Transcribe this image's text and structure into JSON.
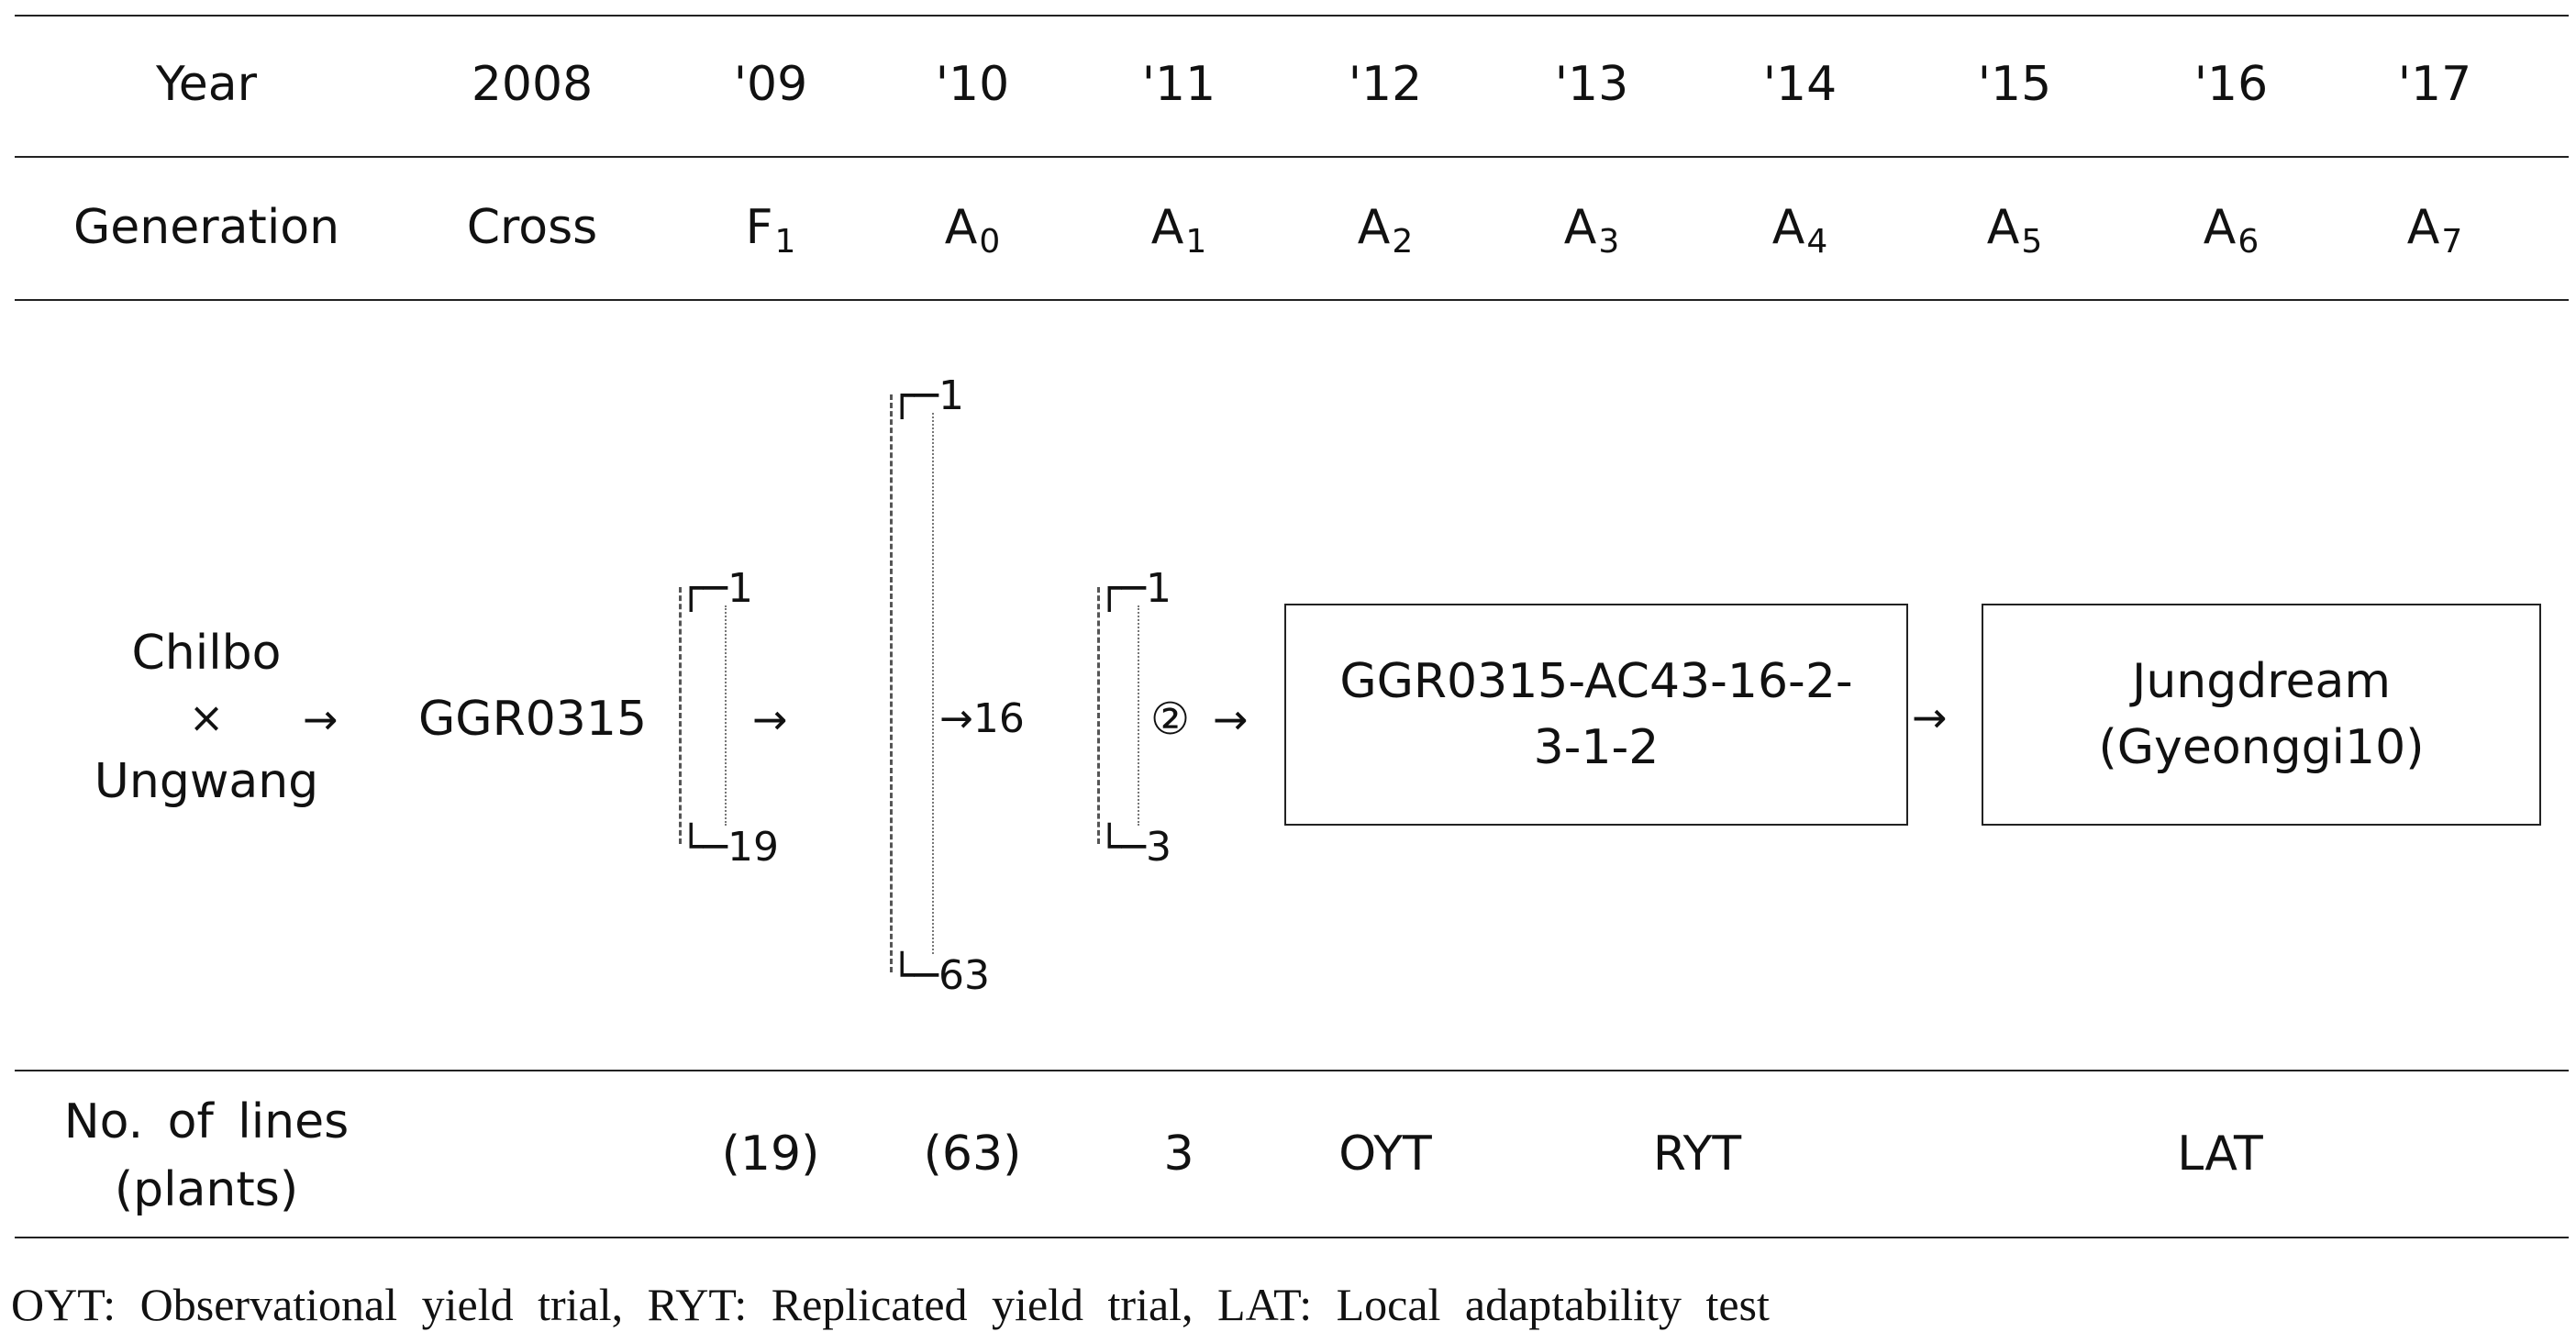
{
  "header": {
    "year_label": "Year",
    "years": [
      "2008",
      "'09",
      "'10",
      "'11",
      "'12",
      "'13",
      "'14",
      "'15",
      "'16",
      "'17"
    ],
    "generation_label": "Generation",
    "generations": [
      {
        "base": "Cross",
        "sub": ""
      },
      {
        "base": "F",
        "sub": "1"
      },
      {
        "base": "A",
        "sub": "0"
      },
      {
        "base": "A",
        "sub": "1"
      },
      {
        "base": "A",
        "sub": "2"
      },
      {
        "base": "A",
        "sub": "3"
      },
      {
        "base": "A",
        "sub": "4"
      },
      {
        "base": "A",
        "sub": "5"
      },
      {
        "base": "A",
        "sub": "6"
      },
      {
        "base": "A",
        "sub": "7"
      }
    ]
  },
  "flow": {
    "parent1": "Chilbo",
    "cross_symbol": "×",
    "parent2": "Ungwang",
    "arrow": "→",
    "cross_name": "GGR0315",
    "f1_top": "1",
    "f1_bottom": "19",
    "a0_top": "1",
    "a0_bottom": "63",
    "a0_selected": "16",
    "a1_top": "1",
    "a1_bottom": "3",
    "a1_selected": "②",
    "line_box": "GGR0315-AC43-16-2-\n3-1-2",
    "variety_box": "Jungdream\n(Gyeonggi10)"
  },
  "lines_row": {
    "label": "No. of lines\n(plants)",
    "f1": "(19)",
    "a0": "(63)",
    "a1": "3",
    "oyt": "OYT",
    "ryt": "RYT",
    "lat": "LAT"
  },
  "footnote": "OYT: Observational yield trial, RYT: Replicated yield trial, LAT: Local adaptability test"
}
